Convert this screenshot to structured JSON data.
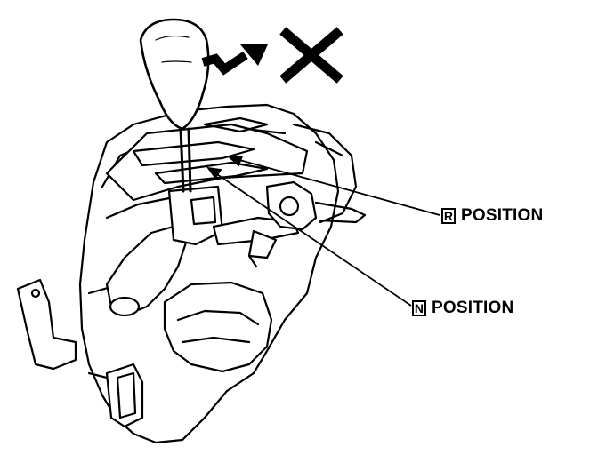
{
  "labels": {
    "r_position": {
      "letter": "R",
      "text": "POSITION"
    },
    "n_position": {
      "letter": "N",
      "text": "POSITION"
    }
  },
  "icons": {
    "prohibited": "x-mark-icon",
    "shift_direction": "zigzag-arrow-icon"
  },
  "colors": {
    "line": "#000000",
    "background": "#ffffff"
  }
}
